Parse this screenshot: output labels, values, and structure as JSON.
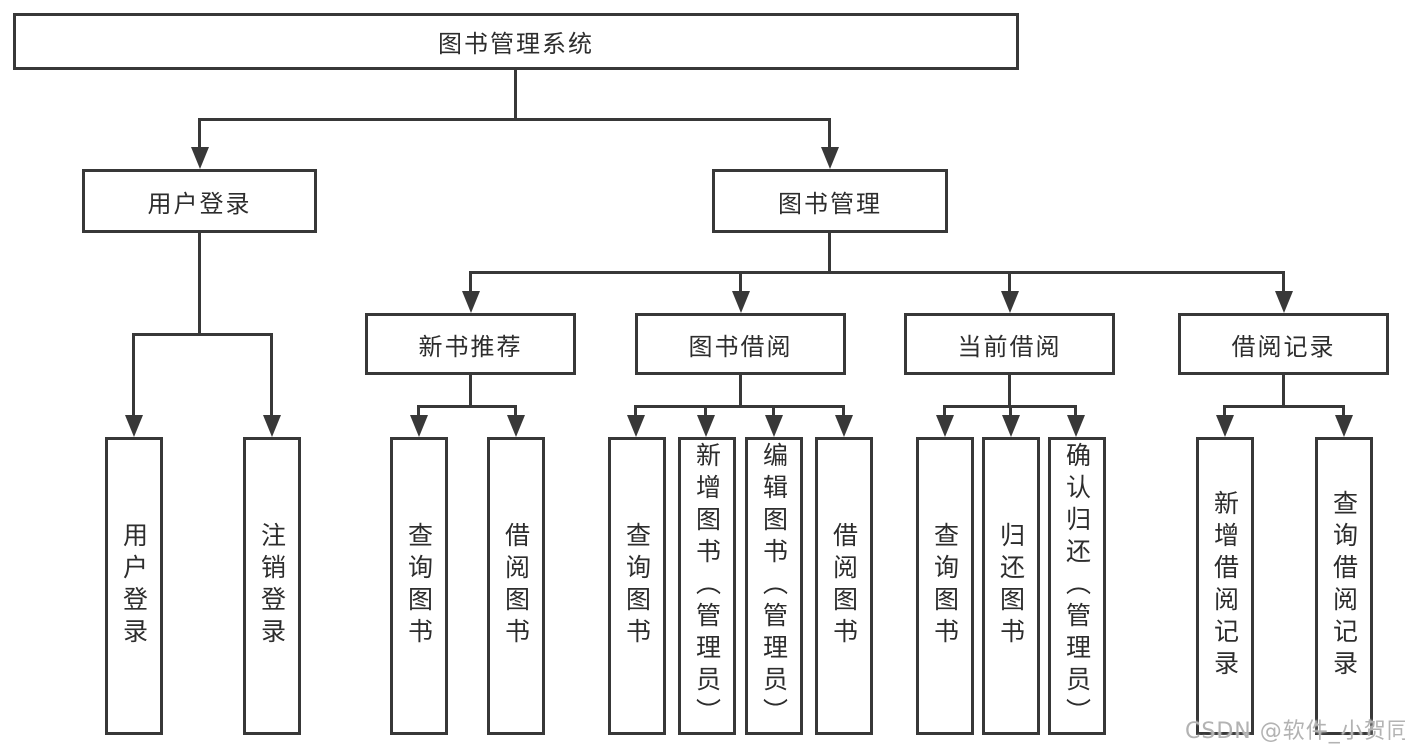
{
  "tree": {
    "root": {
      "label": "图书管理系统"
    },
    "user_login": {
      "label": "用户登录",
      "children": [
        {
          "label": "用户登录"
        },
        {
          "label": "注销登录"
        }
      ]
    },
    "book_mgmt": {
      "label": "图书管理",
      "children": {
        "new_books": {
          "label": "新书推荐",
          "children": [
            {
              "label": "查询图书"
            },
            {
              "label": "借阅图书"
            }
          ]
        },
        "borrow": {
          "label": "图书借阅",
          "children": [
            {
              "label": "查询图书"
            },
            {
              "label": "新增图书（管理员）"
            },
            {
              "label": "编辑图书（管理员）"
            },
            {
              "label": "借阅图书"
            }
          ]
        },
        "current": {
          "label": "当前借阅",
          "children": [
            {
              "label": "查询图书"
            },
            {
              "label": "归还图书"
            },
            {
              "label": "确认归还（管理员）"
            }
          ]
        },
        "records": {
          "label": "借阅记录",
          "children": [
            {
              "label": "新增借阅记录"
            },
            {
              "label": "查询借阅记录"
            }
          ]
        }
      }
    }
  },
  "watermark": {
    "text": "CSDN @软件_小贺同学"
  },
  "colors": {
    "line": "#383838",
    "text": "#2d2d2d",
    "watermark": "#b3b3b3"
  }
}
